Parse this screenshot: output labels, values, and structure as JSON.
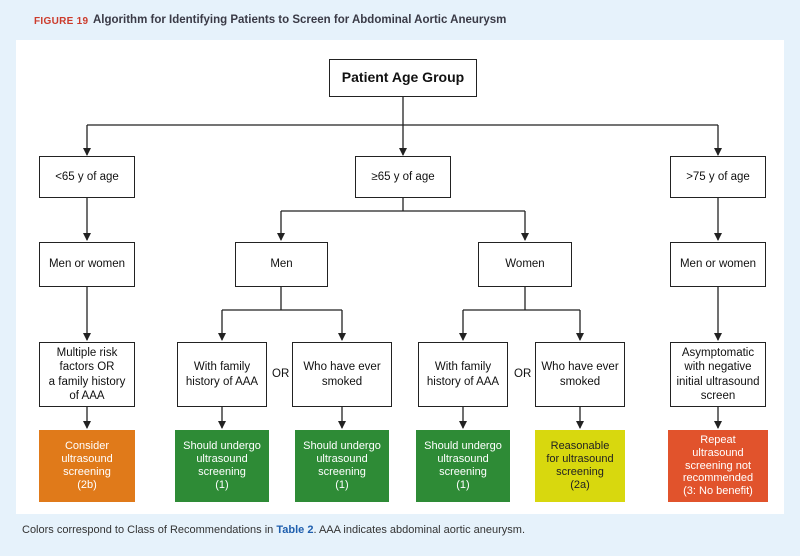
{
  "figure": {
    "number": "FIGURE 19",
    "title": "Algorithm for Identifying Patients to Screen for Abdominal Aortic Aneurysm"
  },
  "nodes": {
    "root": "Patient Age Group",
    "under65": "<65 y of age",
    "age65plus": "≥65 y of age",
    "over75": ">75 y of age",
    "under65_sex": "Men or women",
    "men": "Men",
    "women": "Women",
    "over75_sex": "Men or women",
    "under65_criteria": "Multiple risk\nfactors OR\na family history\nof AAA",
    "men_family": "With family\nhistory of AAA",
    "men_smoked": "Who have ever\nsmoked",
    "women_family": "With family\nhistory of AAA",
    "women_smoked": "Who have ever\nsmoked",
    "over75_criteria": "Asymptomatic\nwith negative\ninitial ultrasound\nscreen",
    "or_men": "OR",
    "or_women": "OR"
  },
  "recommendations": {
    "r1": "Consider\nultrasound\nscreening\n(2b)",
    "r2": "Should undergo\nultrasound\nscreening\n(1)",
    "r3": "Should undergo\nultrasound\nscreening\n(1)",
    "r4": "Should undergo\nultrasound\nscreening\n(1)",
    "r5": "Reasonable\nfor ultrasound\nscreening\n(2a)",
    "r6": "Repeat\nultrasound\nscreening not\nrecommended\n(3: No benefit)"
  },
  "colors": {
    "class_2b": "#e07a1a",
    "class_1": "#2e8b36",
    "class_2a": "#d8d80e",
    "class_3": "#e1532c"
  },
  "footer": {
    "before": "Colors correspond to Class of Recommendations in ",
    "link": "Table 2",
    "after": ". AAA indicates abdominal aortic aneurysm."
  }
}
